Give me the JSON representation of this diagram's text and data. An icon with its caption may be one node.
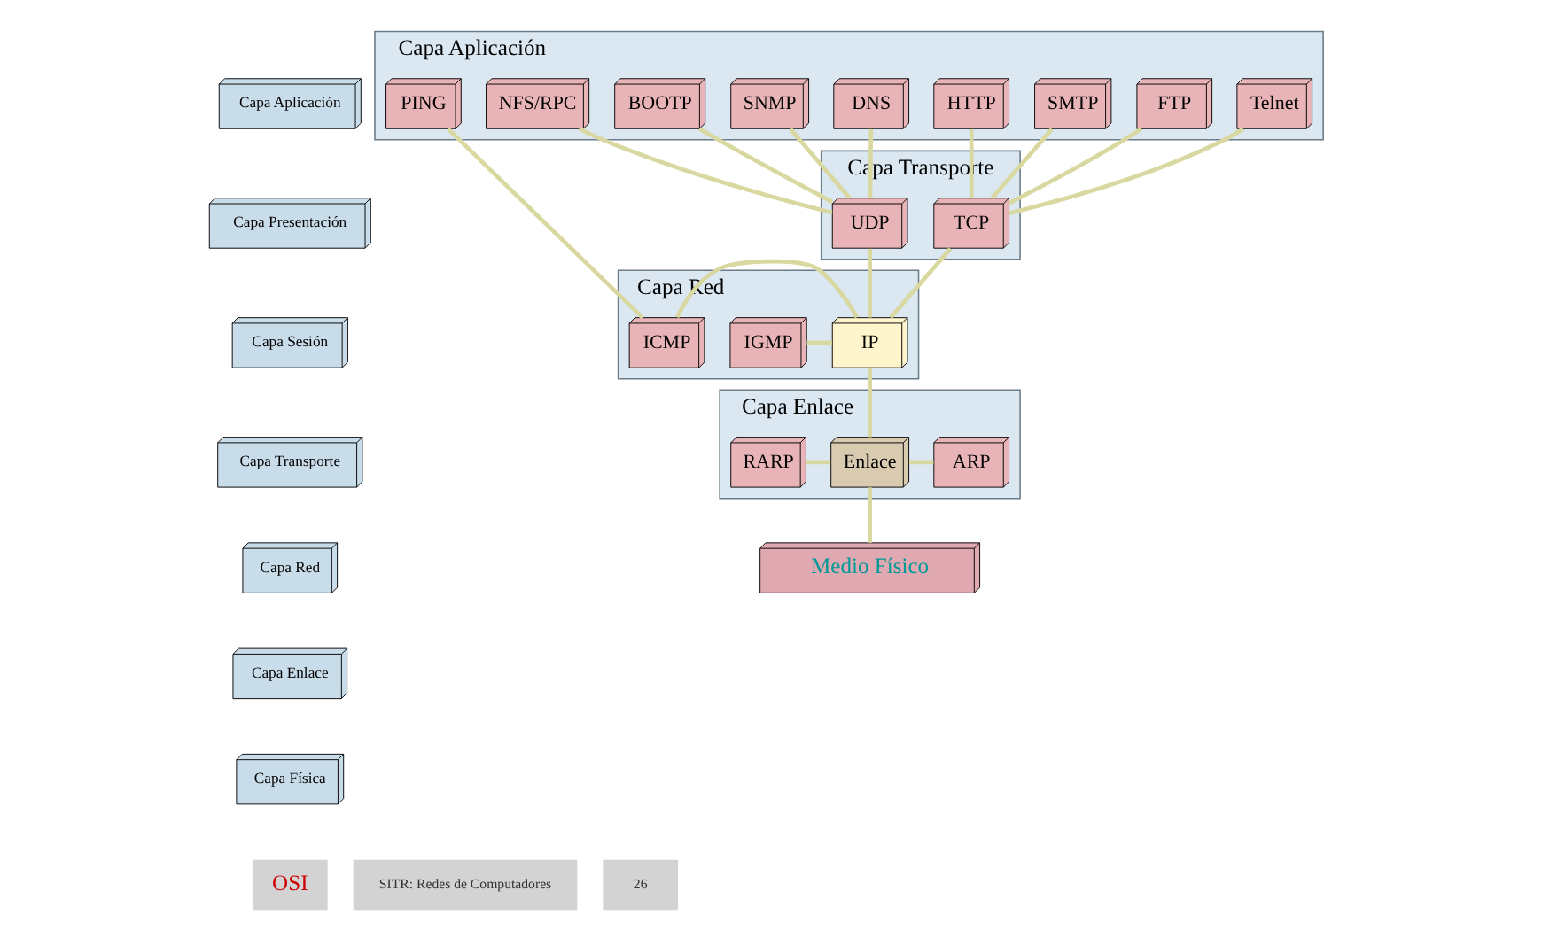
{
  "diagram": {
    "nodes": [
      {
        "text": [
          "Capa Aplicación"
        ]
      },
      {
        "text": [
          "Capa Presentación"
        ]
      },
      {
        "text": [
          "Capa Sesión"
        ]
      },
      {
        "text": [
          "Capa Transporte"
        ]
      },
      {
        "text": [
          "Capa Red"
        ]
      },
      {
        "text": [
          "Capa Enlace"
        ]
      },
      {
        "text": [
          "Capa Física"
        ]
      },
      {
        "text": [
          "Capa Aplicación"
        ]
      },
      {
        "text": [
          "PING"
        ],
        "in": 7
      },
      {
        "text": [
          "Telnet"
        ],
        "in": 7
      },
      {
        "text": [
          "FTP"
        ],
        "in": 7
      },
      {
        "text": [
          "SMTP"
        ],
        "in": 7
      },
      {
        "text": [
          "HTTP"
        ],
        "in": 7
      },
      {
        "text": [
          "SNMP"
        ],
        "in": 7
      },
      {
        "text": [
          "BOOTP"
        ],
        "in": 7
      },
      {
        "text": [
          "NFS/RPC"
        ],
        "in": 7
      },
      {
        "text": [
          "DNS"
        ],
        "in": 7
      },
      {
        "text": [
          "Capa Transporte"
        ]
      },
      {
        "text": [
          "TCP"
        ],
        "in": 17
      },
      {
        "text": [
          "UDP"
        ],
        "in": 17
      },
      {
        "text": [
          "Capa Red"
        ]
      },
      {
        "text": [
          "ICMP"
        ],
        "in": 20
      },
      {
        "text": [
          "IP"
        ],
        "in": 20
      },
      {
        "text": [
          "IGMP"
        ],
        "in": 20
      },
      {
        "text": [
          "Capa Enlace"
        ]
      },
      {
        "text": [
          "ARP"
        ],
        "in": 24
      },
      {
        "text": [
          "Enlace"
        ],
        "in": 24
      },
      {
        "text": [
          "RARP"
        ],
        "in": 24
      },
      {
        "text": [
          "Medio Físico"
        ]
      }
    ],
    "edges": [
      {
        "from": 8,
        "to": 21,
        "arrow": "none"
      },
      {
        "from": 9,
        "to": 18,
        "arrow": "none"
      },
      {
        "from": 10,
        "to": 18,
        "arrow": "none"
      },
      {
        "from": 11,
        "to": 18,
        "arrow": "none"
      },
      {
        "from": 12,
        "to": 18,
        "arrow": "none"
      },
      {
        "from": 13,
        "to": 19,
        "arrow": "none"
      },
      {
        "from": 14,
        "to": 19,
        "arrow": "none"
      },
      {
        "from": 15,
        "to": 19,
        "arrow": "none"
      },
      {
        "from": 16,
        "to": 19,
        "arrow": "none"
      },
      {
        "from": 18,
        "to": 22,
        "arrow": "none"
      },
      {
        "from": 19,
        "to": 22,
        "arrow": "none"
      },
      {
        "from": 21,
        "to": 22,
        "arrow": "none"
      },
      {
        "from": 22,
        "to": 23,
        "arrow": "none"
      },
      {
        "from": 22,
        "to": 26,
        "arrow": "none"
      },
      {
        "from": 25,
        "to": 26,
        "arrow": "none"
      },
      {
        "from": 26,
        "to": 27,
        "arrow": "none"
      },
      {
        "from": 26,
        "to": 28,
        "arrow": "none"
      }
    ],
    "labels": [
      "OSI",
      "SITR: Redes de Computadores",
      "26"
    ]
  }
}
